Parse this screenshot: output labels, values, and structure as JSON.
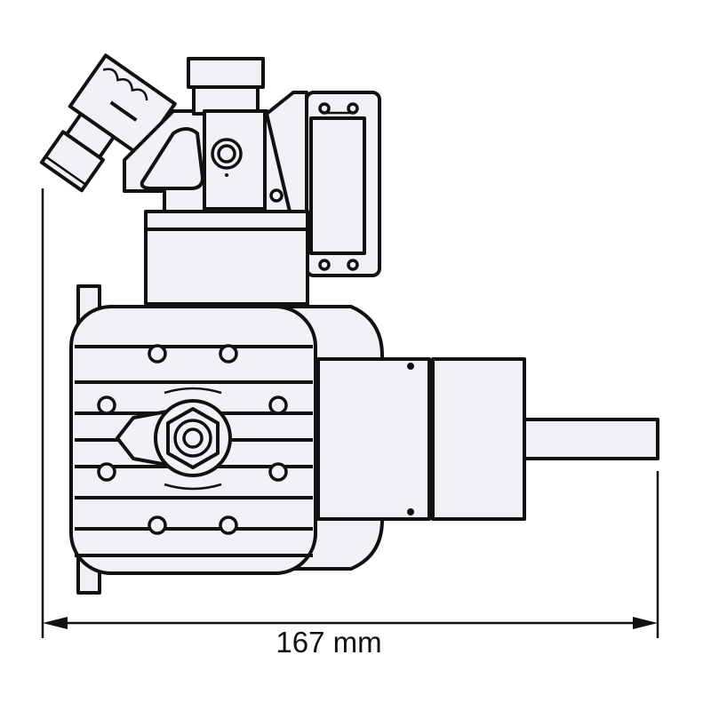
{
  "figure": {
    "type": "technical-drawing",
    "subject": "engine-side-view",
    "colors": {
      "line": "#111111",
      "fill": "#f2f2f6",
      "background": "#ffffff"
    }
  },
  "dimension": {
    "label": "167 mm",
    "value": 167,
    "unit": "mm",
    "orientation": "horizontal"
  }
}
